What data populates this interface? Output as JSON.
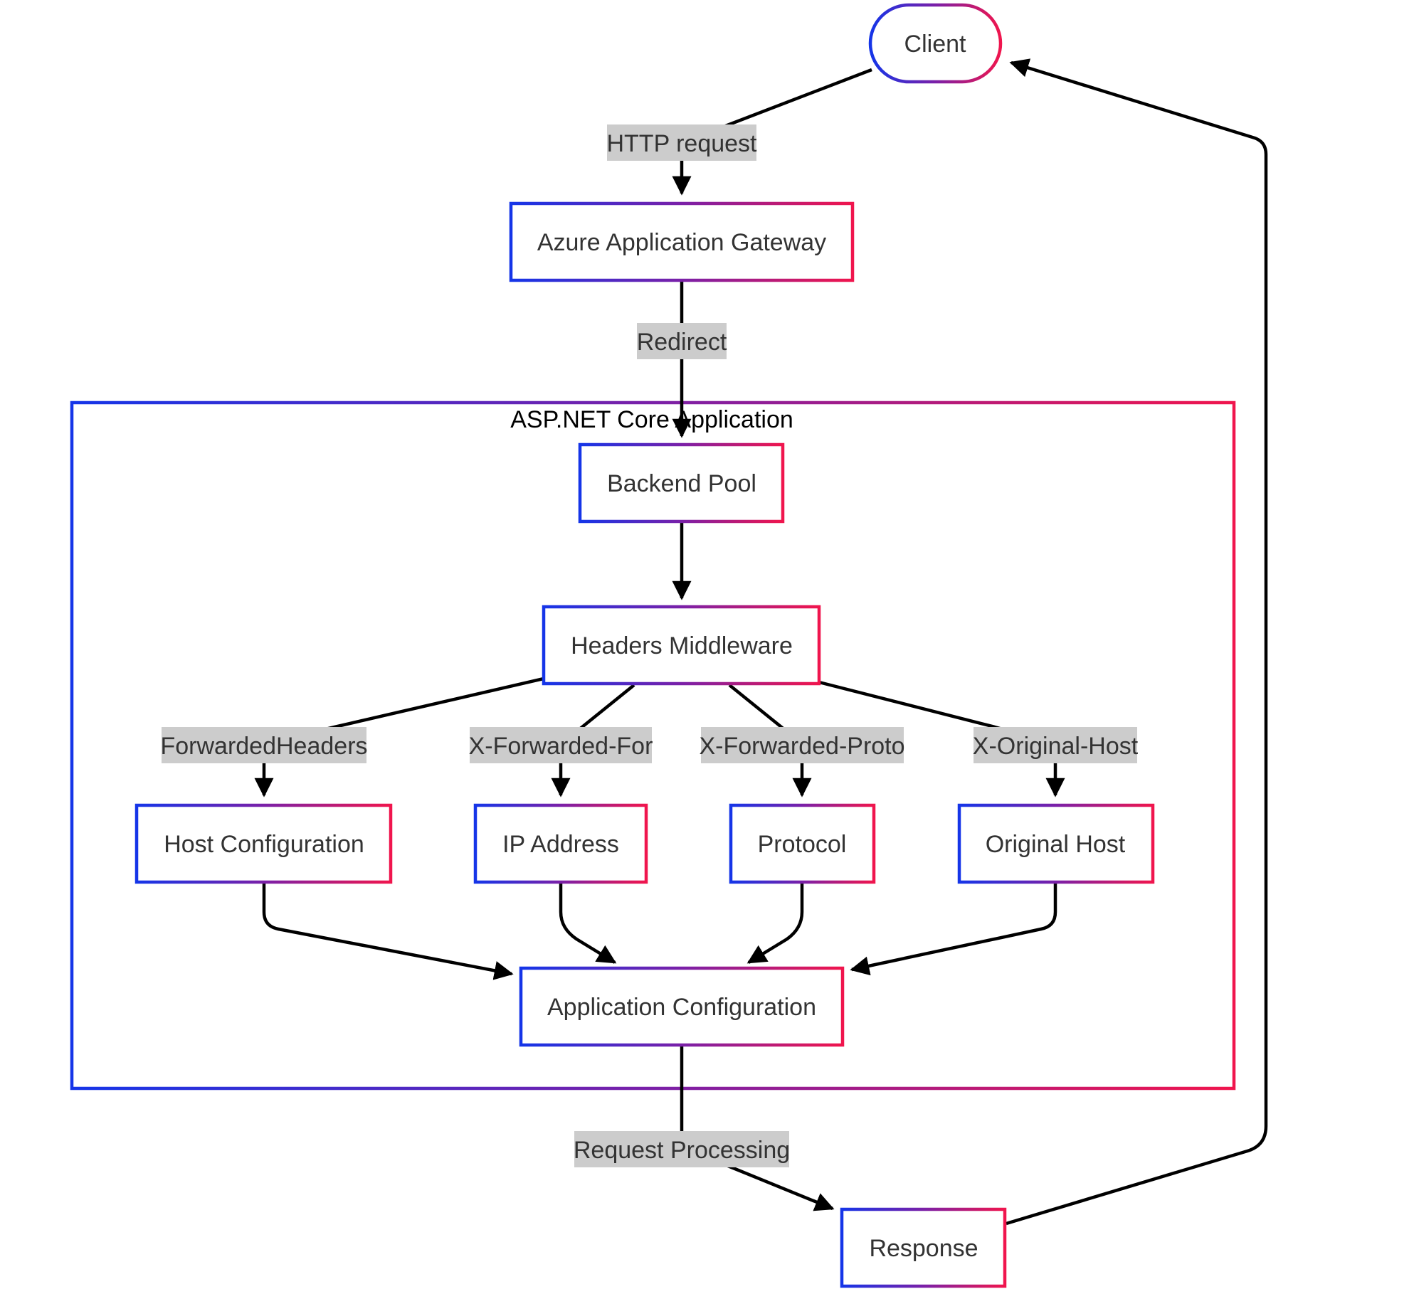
{
  "colors": {
    "gradient_start": "#1535e8",
    "gradient_mid": "#7a20a8",
    "gradient_end": "#f0154d",
    "edge": "#000000",
    "label_bg": "#cccccc",
    "text": "#333333"
  },
  "cluster": {
    "title": "ASP.NET Core Application"
  },
  "nodes": {
    "client": "Client",
    "gateway": "Azure Application Gateway",
    "backend_pool": "Backend Pool",
    "headers_middleware": "Headers Middleware",
    "host_configuration": "Host Configuration",
    "ip_address": "IP Address",
    "protocol": "Protocol",
    "original_host": "Original Host",
    "application_configuration": "Application Configuration",
    "response": "Response"
  },
  "edge_labels": {
    "http_request": "HTTP request",
    "redirect": "Redirect",
    "forwarded_headers": "ForwardedHeaders",
    "x_forwarded_for": "X-Forwarded-For",
    "x_forwarded_proto": "X-Forwarded-Proto",
    "x_original_host": "X-Original-Host",
    "request_processing": "Request Processing"
  }
}
